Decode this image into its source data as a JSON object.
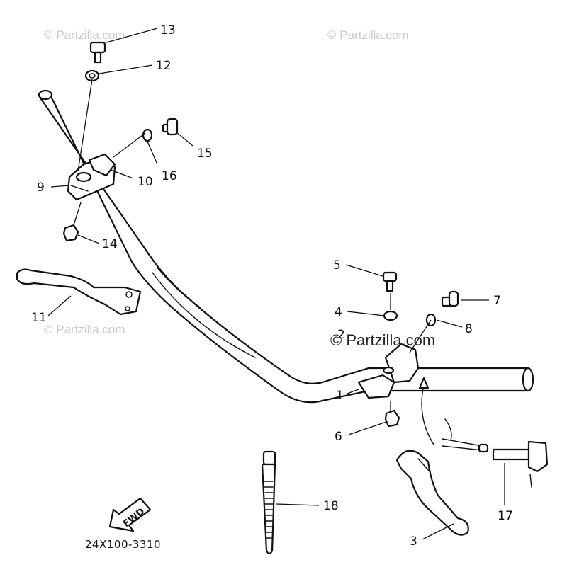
{
  "watermarks": {
    "top_left": "© Partzilla.com",
    "top_right": "© Partzilla.com",
    "mid_left": "© Partzilla.com",
    "center": "© Partzilla.com"
  },
  "callouts": {
    "c1": "1",
    "c2": "2",
    "c3": "3",
    "c4": "4",
    "c5": "5",
    "c6": "6",
    "c7": "7",
    "c8": "8",
    "c9": "9",
    "c10": "10",
    "c11": "11",
    "c12": "12",
    "c13": "13",
    "c14": "14",
    "c15": "15",
    "c16": "16",
    "c17": "17",
    "c18": "18"
  },
  "fwd_label": "FWD",
  "diagram_code": "24X100-3310"
}
